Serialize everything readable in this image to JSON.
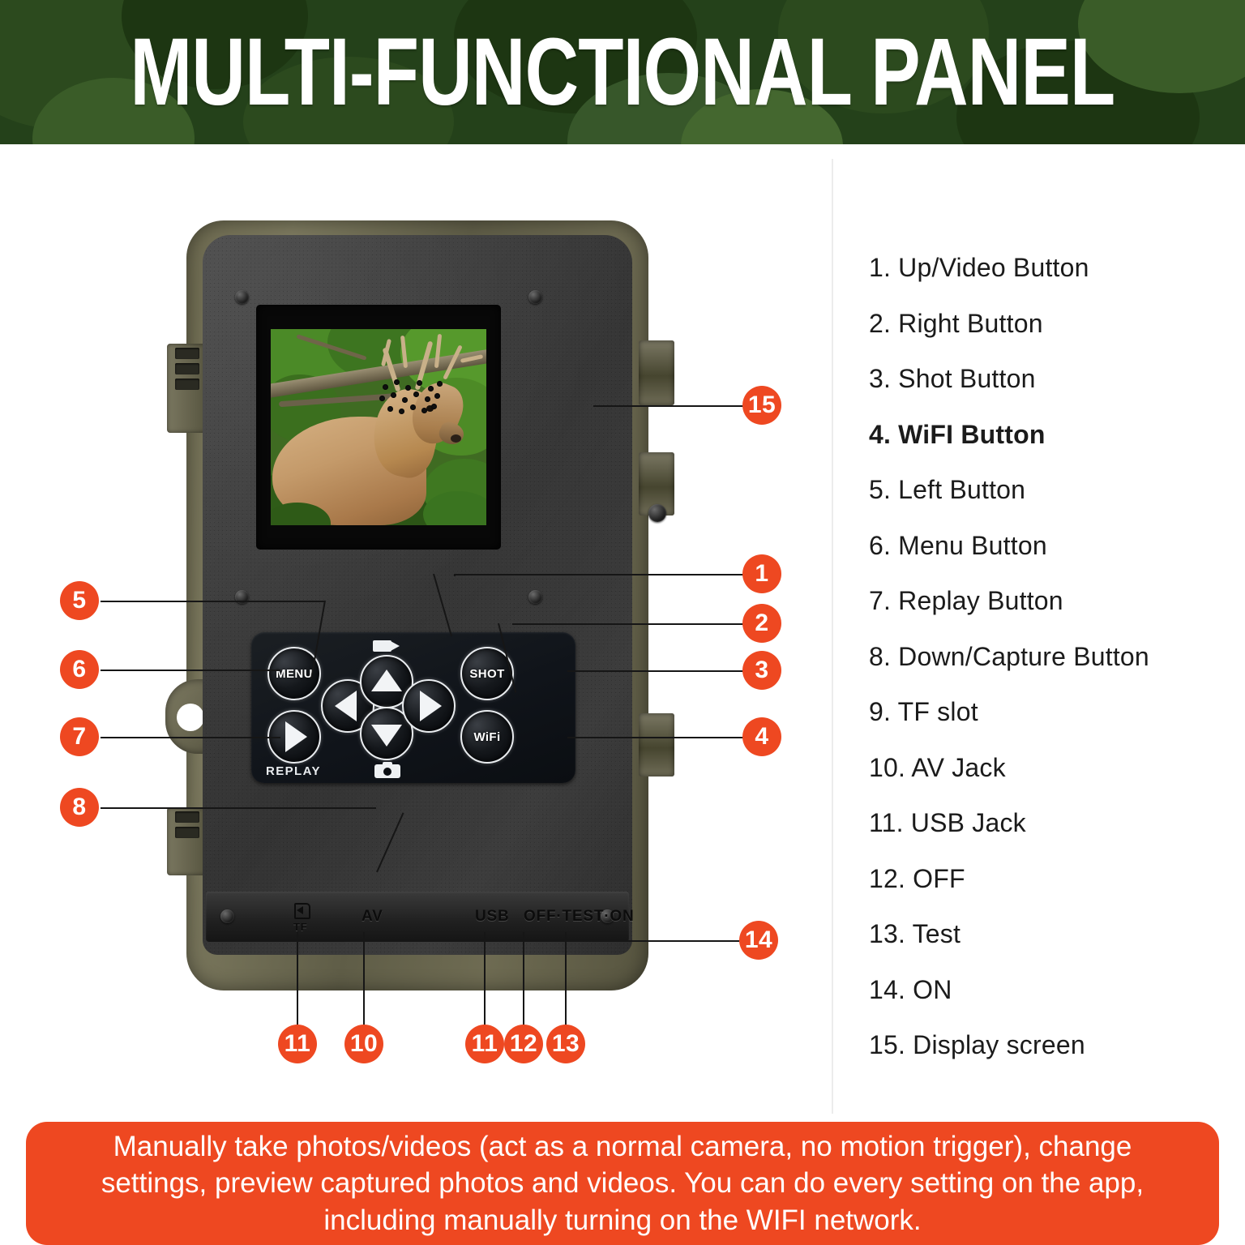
{
  "header": {
    "title": "MULTI-FUNCTIONAL PANEL",
    "bg_color": "#24411a",
    "camo_light": "#3a5c28",
    "camo_dark": "#1d3612"
  },
  "theme": {
    "accent": "#ee4821",
    "text": "#1b1b1b",
    "divider": "#ececec",
    "page_bg": "#ffffff"
  },
  "legend": {
    "items": [
      {
        "num": "1.",
        "label": "Up/Video Button",
        "bold": false
      },
      {
        "num": "2.",
        "label": "Right Button",
        "bold": false
      },
      {
        "num": "3.",
        "label": "Shot Button",
        "bold": false
      },
      {
        "num": "4.",
        "label": "WiFI Button",
        "bold": true
      },
      {
        "num": "5.",
        "label": "Left Button",
        "bold": false
      },
      {
        "num": "6.",
        "label": "Menu Button",
        "bold": false
      },
      {
        "num": "7.",
        "label": "Replay Button",
        "bold": false
      },
      {
        "num": "8.",
        "label": "Down/Capture Button",
        "bold": false
      },
      {
        "num": "9.",
        "label": "TF slot",
        "bold": false
      },
      {
        "num": "10.",
        "label": "AV Jack",
        "bold": false
      },
      {
        "num": "11.",
        "label": "USB Jack",
        "bold": false
      },
      {
        "num": "12.",
        "label": "OFF",
        "bold": false
      },
      {
        "num": "13.",
        "label": "Test",
        "bold": false
      },
      {
        "num": "14.",
        "label": "ON",
        "bold": false
      },
      {
        "num": "15.",
        "label": "Display screen",
        "bold": false
      }
    ]
  },
  "camera": {
    "panel_buttons": {
      "menu": "MENU",
      "shot": "SHOT",
      "wifi": "WiFi",
      "replay": "REPLAY"
    },
    "port_labels": {
      "tf": "TF",
      "av": "AV",
      "usb": "USB",
      "switch": "OFF·TEST·ON"
    }
  },
  "badges": {
    "b1": "1",
    "b2": "2",
    "b3": "3",
    "b4": "4",
    "b5": "5",
    "b6": "6",
    "b7": "7",
    "b8": "8",
    "b10": "10",
    "b11a": "11",
    "b11b": "11",
    "b12": "12",
    "b13": "13",
    "b14": "14",
    "b15": "15"
  },
  "caption": {
    "line1": "Manually take photos/videos (act as a normal camera, no motion trigger), change",
    "line2": "settings, preview captured photos and videos. You can do every setting on the app,",
    "line3": "including manually turning on the WIFI network."
  }
}
